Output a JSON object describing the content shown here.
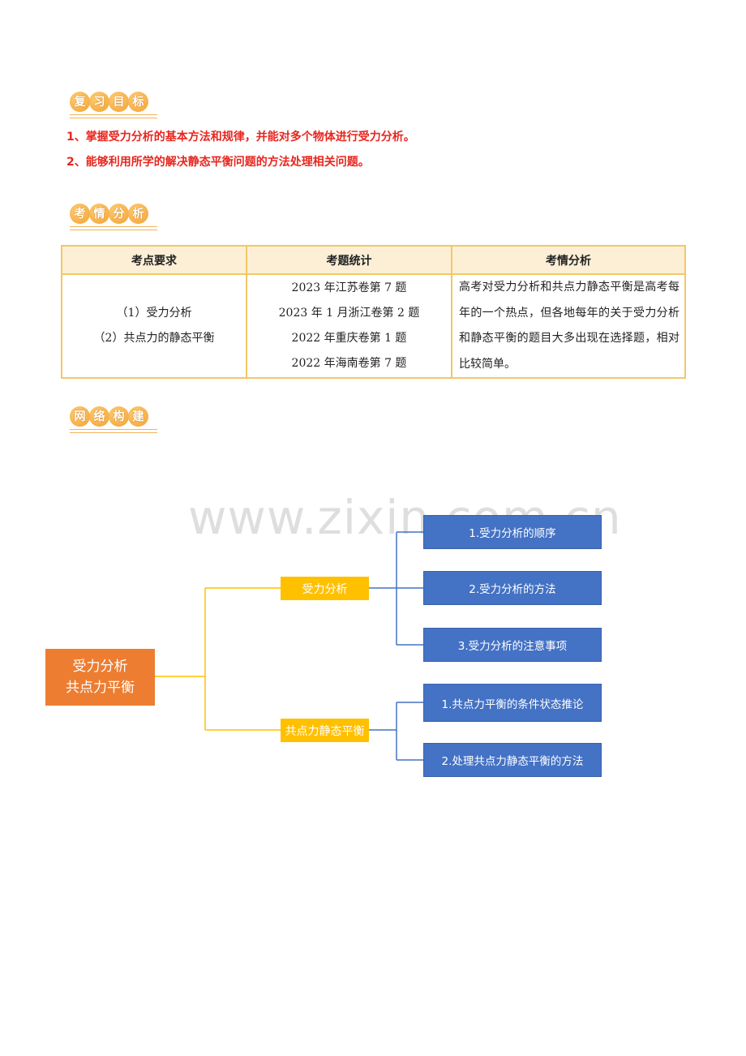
{
  "sections": {
    "review_goal": [
      "复",
      "习",
      "目",
      "标"
    ],
    "exam_analysis": [
      "考",
      "情",
      "分",
      "析"
    ],
    "network": [
      "网",
      "络",
      "构",
      "建"
    ]
  },
  "goals": [
    "1、掌握受力分析的基本方法和规律，并能对多个物体进行受力分析。",
    "2、能够利用所学的解决静态平衡问题的方法处理相关问题。"
  ],
  "table": {
    "headers": [
      "考点要求",
      "考题统计",
      "考情分析"
    ],
    "requirements": [
      "（1）受力分析",
      "（2）共点力的静态平衡"
    ],
    "statistics": [
      "2023 年江苏卷第 7 题",
      "2023 年 1 月浙江卷第 2 题",
      "2022 年重庆卷第 1 题",
      "2022 年海南卷第 7 题"
    ],
    "analysis": "高考对受力分析和共点力静态平衡是高考每年的一个热点，但各地每年的关于受力分析和静态平衡的题目大多出现在选择题，相对比较简单。"
  },
  "watermark": "www.zixin.com.cn",
  "mindmap": {
    "root": [
      "受力分析",
      "共点力平衡"
    ],
    "branch1": "受力分析",
    "branch2": "共点力静态平衡",
    "leaves1": [
      "1.受力分析的顺序",
      "2.受力分析的方法",
      "3.受力分析的注意事项"
    ],
    "leaves2": [
      "1.共点力平衡的条件状态推论",
      "2.处理共点力静态平衡的方法"
    ],
    "colors": {
      "root": "#ed7d31",
      "branch": "#ffc000",
      "leaf": "#4472c4",
      "line_yellow": "#ffc000",
      "line_blue": "#4472c4"
    }
  }
}
